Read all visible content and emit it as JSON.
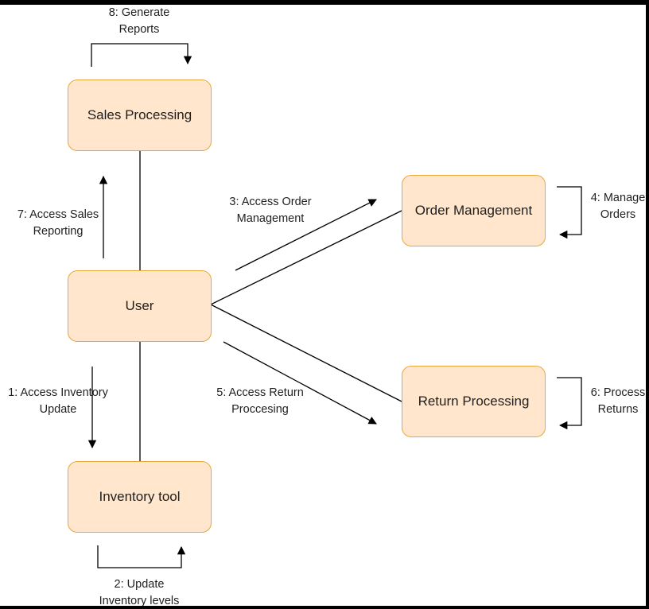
{
  "nodes": {
    "sales": "Sales Processing",
    "order": "Order Management",
    "user": "User",
    "return": "Return Processing",
    "inventory": "Inventory tool"
  },
  "messages": {
    "m1": [
      "1: Access Inventory",
      "Update"
    ],
    "m2": [
      "2: Update",
      "Inventory levels"
    ],
    "m3": [
      "3: Access Order",
      "Management"
    ],
    "m4": [
      "4: Manage",
      "Orders"
    ],
    "m5": [
      "5: Access Return",
      "Proccesing"
    ],
    "m6": [
      "6: Process",
      "Returns"
    ],
    "m7": [
      "7: Access Sales",
      "Reporting"
    ],
    "m8": [
      "8: Generate",
      "Reports"
    ]
  },
  "colors": {
    "node_fill": "#ffe6cc",
    "node_stroke": "#e8a83a",
    "line": "#000000"
  }
}
